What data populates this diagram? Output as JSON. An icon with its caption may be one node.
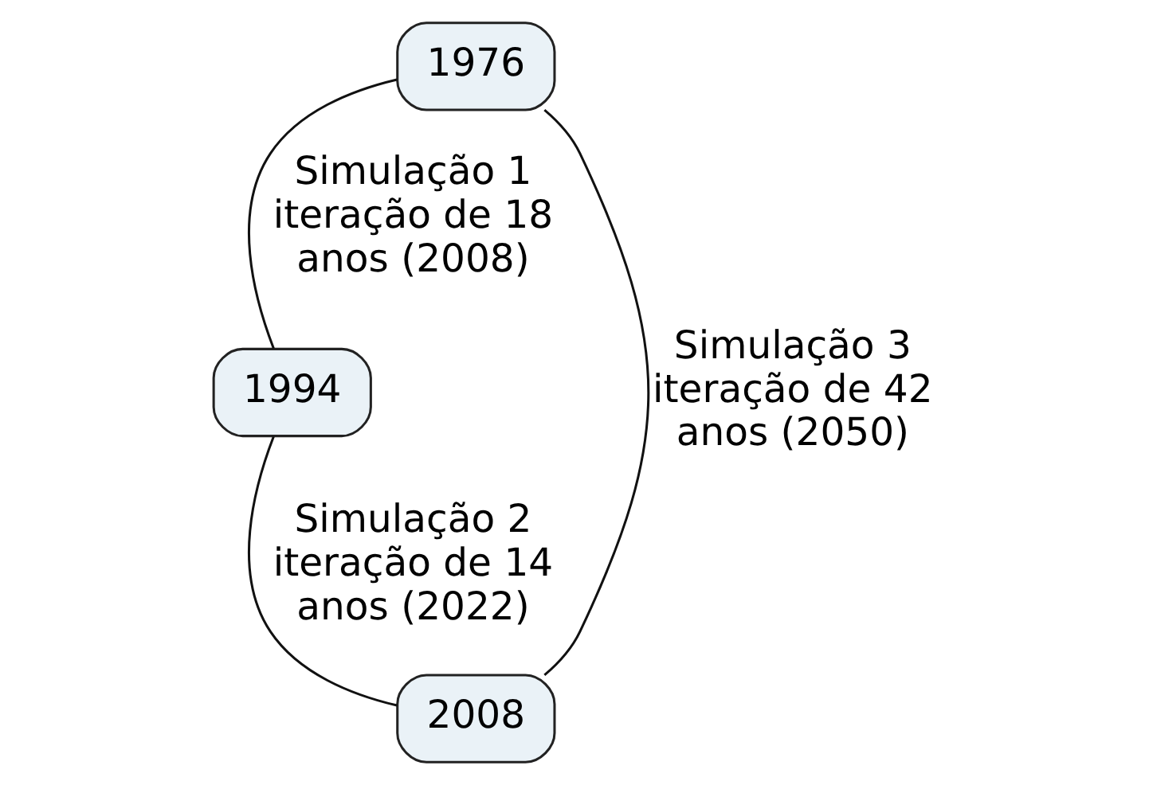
{
  "diagram": {
    "nodes": [
      {
        "text": [
          "1976"
        ]
      },
      {
        "text": [
          "1994"
        ]
      },
      {
        "text": [
          "2008"
        ]
      }
    ],
    "edges": [
      {
        "from": 0,
        "to": 1,
        "arrow": "none",
        "label": "Simulação 1 iteração de 18 anos (2008)"
      },
      {
        "from": 1,
        "to": 2,
        "arrow": "none",
        "label": "Simulação 2 iteração de 14 anos (2022)"
      },
      {
        "from": 0,
        "to": 2,
        "arrow": "none",
        "label": "Simulação 3 iteração de 42 anos (2050)"
      }
    ]
  }
}
